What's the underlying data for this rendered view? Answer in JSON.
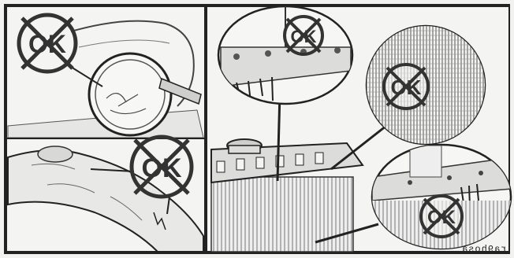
{
  "figure": {
    "caption_mirrored": "ra9hosa",
    "stamp_text": "OK",
    "stamp_meaning": "not-ok",
    "colors": {
      "ink": "#2a2a2a",
      "paper": "#f4f4f2",
      "stamp": "#3a3a3a"
    }
  },
  "panels": [
    {
      "id": "hose-clamp-inspection",
      "stamp": "OK"
    },
    {
      "id": "hose-crack-inspection",
      "stamp": "OK"
    },
    {
      "id": "radiator-seam-leak",
      "stamp": "OK"
    },
    {
      "id": "radiator-fins-clogged",
      "stamp": "OK"
    },
    {
      "id": "radiator-corner-leak",
      "stamp": "OK"
    }
  ]
}
